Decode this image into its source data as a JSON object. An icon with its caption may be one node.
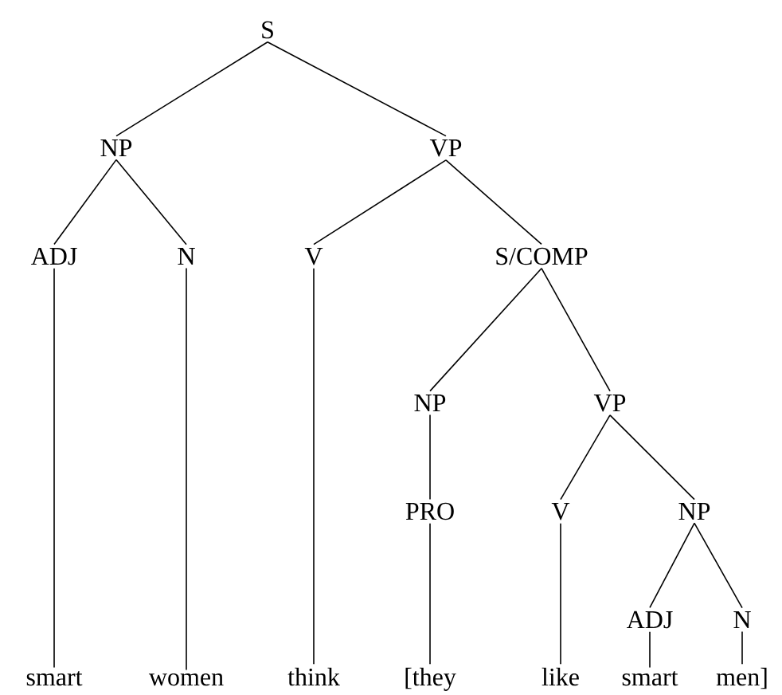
{
  "diagram": {
    "nodes": [
      {
        "text": [
          "S"
        ]
      },
      {
        "text": [
          "NP"
        ]
      },
      {
        "text": [
          "VP"
        ]
      },
      {
        "text": [
          "ADJ"
        ]
      },
      {
        "text": [
          "N"
        ]
      },
      {
        "text": [
          "V"
        ]
      },
      {
        "text": [
          "S/COMP"
        ]
      },
      {
        "text": [
          "NP"
        ]
      },
      {
        "text": [
          "VP"
        ]
      },
      {
        "text": [
          "PRO"
        ]
      },
      {
        "text": [
          "V"
        ]
      },
      {
        "text": [
          "NP"
        ]
      },
      {
        "text": [
          "ADJ"
        ]
      },
      {
        "text": [
          "N"
        ]
      },
      {
        "text": [
          "smart"
        ]
      },
      {
        "text": [
          "women"
        ]
      },
      {
        "text": [
          "think"
        ]
      },
      {
        "text": [
          "[they"
        ]
      },
      {
        "text": [
          "like"
        ]
      },
      {
        "text": [
          "smart"
        ]
      },
      {
        "text": [
          "men]"
        ]
      }
    ],
    "edges": [
      {
        "from": 0,
        "to": 1,
        "arrow": "none"
      },
      {
        "from": 0,
        "to": 2,
        "arrow": "none"
      },
      {
        "from": 1,
        "to": 3,
        "arrow": "none"
      },
      {
        "from": 1,
        "to": 4,
        "arrow": "none"
      },
      {
        "from": 2,
        "to": 5,
        "arrow": "none"
      },
      {
        "from": 2,
        "to": 6,
        "arrow": "none"
      },
      {
        "from": 6,
        "to": 7,
        "arrow": "none"
      },
      {
        "from": 6,
        "to": 8,
        "arrow": "none"
      },
      {
        "from": 7,
        "to": 9,
        "arrow": "none"
      },
      {
        "from": 8,
        "to": 10,
        "arrow": "none"
      },
      {
        "from": 8,
        "to": 11,
        "arrow": "none"
      },
      {
        "from": 11,
        "to": 12,
        "arrow": "none"
      },
      {
        "from": 11,
        "to": 13,
        "arrow": "none"
      },
      {
        "from": 3,
        "to": 14,
        "arrow": "none"
      },
      {
        "from": 4,
        "to": 15,
        "arrow": "none"
      },
      {
        "from": 5,
        "to": 16,
        "arrow": "none"
      },
      {
        "from": 9,
        "to": 17,
        "arrow": "none"
      },
      {
        "from": 10,
        "to": 18,
        "arrow": "none"
      },
      {
        "from": 12,
        "to": 19,
        "arrow": "none"
      },
      {
        "from": 13,
        "to": 20,
        "arrow": "none"
      }
    ]
  }
}
